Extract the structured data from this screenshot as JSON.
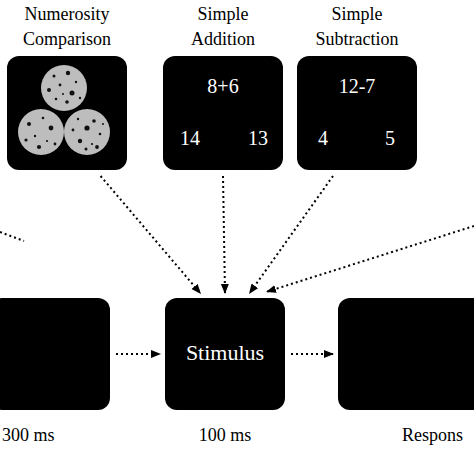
{
  "diagram": {
    "nodes": [
      {
        "text": [
          "Numerosity Comparison"
        ]
      },
      {
        "text": [
          "Simple Addition",
          "8+6",
          "14",
          "13"
        ]
      },
      {
        "text": [
          "Simple Subtraction",
          "12-7",
          "4",
          "5"
        ]
      },
      {
        "text": [
          "300 ms"
        ]
      },
      {
        "text": [
          "Stimulus",
          "100 ms"
        ]
      },
      {
        "text": [
          "Respons"
        ]
      }
    ],
    "edges": [
      {
        "from": 0,
        "to": 4,
        "arrow": "to"
      },
      {
        "from": 1,
        "to": 4,
        "arrow": "to"
      },
      {
        "from": 2,
        "to": 4,
        "arrow": "to"
      },
      {
        "from": 3,
        "to": 4,
        "arrow": "to"
      },
      {
        "from": 4,
        "to": 5,
        "arrow": "to"
      }
    ]
  }
}
